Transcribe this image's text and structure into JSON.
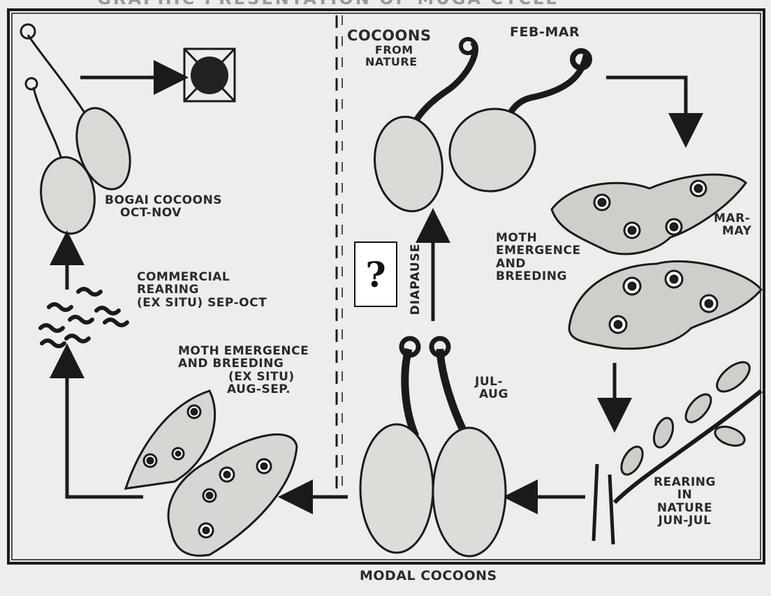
{
  "title": "GRAPHIC PRESENTATION OF MUGA CYCLE",
  "labels": {
    "cocoons_from_nature": [
      "COCOONS",
      "FROM",
      "NATURE"
    ],
    "feb_mar": "FEB-MAR",
    "bogai_cocoons": [
      "BOGAI COCOONS",
      "OCT-NOV"
    ],
    "commercial_rearing": [
      "COMMERCIAL",
      "REARING",
      "(EX SITU) SEP-OCT"
    ],
    "moth_emergence_ex_situ": [
      "MOTH EMERGENCE",
      "AND BREEDING",
      "(EX SITU)",
      "AUG-SEP."
    ],
    "diapause": "DIAPAUSE",
    "question_mark": "?",
    "moth_emergence_nature": [
      "MOTH",
      "EMERGENCE",
      "AND",
      "BREEDING"
    ],
    "mar_may": [
      "MAR-",
      "MAY"
    ],
    "jul_aug": [
      "JUL-",
      "AUG"
    ],
    "rearing_in_nature": [
      "REARING",
      "IN",
      "NATURE",
      "JUN-JUL"
    ],
    "modal_cocoons": "MODAL COCOONS"
  }
}
